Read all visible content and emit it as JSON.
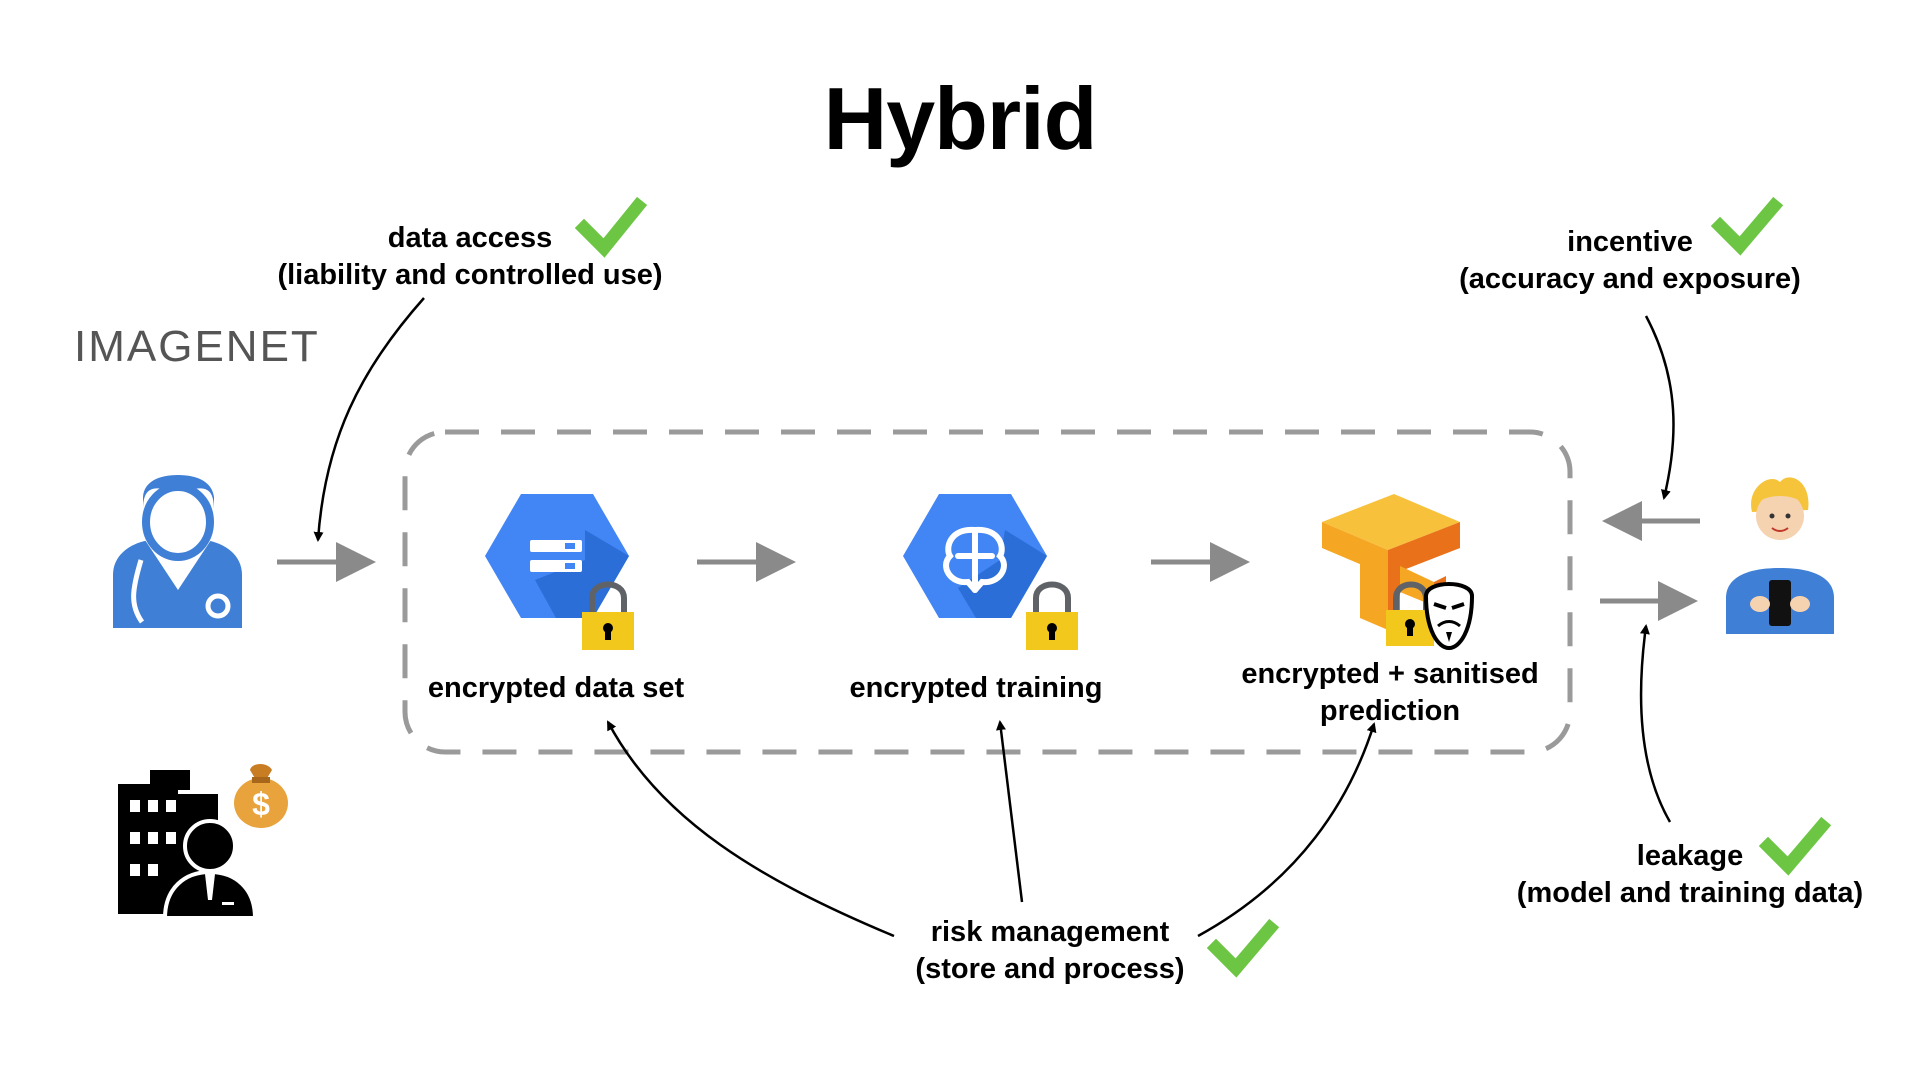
{
  "title": "Hybrid",
  "logo": "IMAGENET",
  "nodes": {
    "dataset": "encrypted data set",
    "training": "encrypted training",
    "prediction_line1": "encrypted + sanitised",
    "prediction_line2": "prediction"
  },
  "annotations": {
    "data_access_line1": "data access",
    "data_access_line2": "(liability and controlled use)",
    "incentive_line1": "incentive",
    "incentive_line2": "(accuracy and exposure)",
    "leakage_line1": "leakage",
    "leakage_line2": "(model and training data)",
    "risk_line1": "risk management",
    "risk_line2": "(store and process)"
  },
  "colors": {
    "check": "#6cc644",
    "gcp_blue": "#4285f4",
    "gcp_blue_dark": "#2b6ed8",
    "lock_body": "#f2c81d",
    "lock_shackle": "#5f6368",
    "arrow_gray": "#8a8a8a",
    "dash_gray": "#9a9a9a",
    "doctor_blue": "#3f7fd6",
    "tf_orange": "#f5a623",
    "tf_orange_dark": "#e8711a",
    "money_bag": "#e8a33c"
  },
  "icons": [
    "doctor-icon",
    "business-building-icon",
    "money-bag-icon",
    "storage-icon",
    "brain-icon",
    "tensorflow-icon",
    "lock-icon",
    "mask-icon",
    "user-with-phone-icon",
    "checkmark-icon"
  ]
}
